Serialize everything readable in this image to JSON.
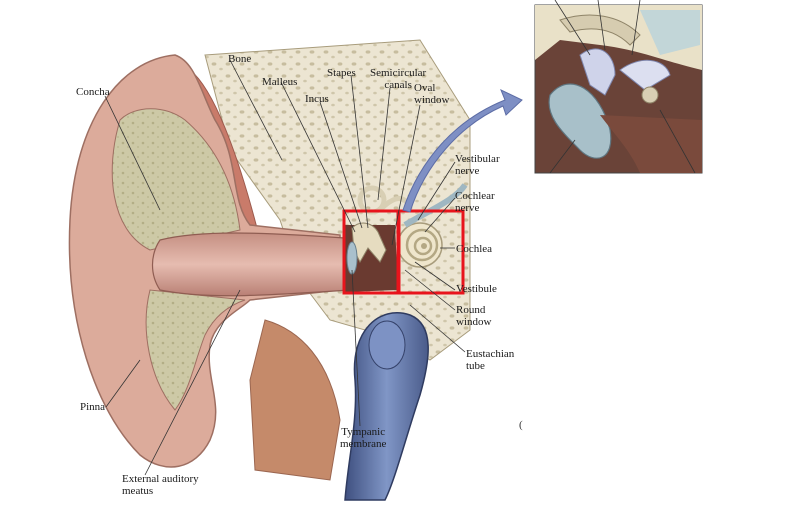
{
  "labels": {
    "concha": "Concha",
    "bone": "Bone",
    "malleus": "Malleus",
    "stapes": "Stapes",
    "incus": "Incus",
    "semicircular_1": "Semicircular",
    "semicircular_2": "canals",
    "oval_1": "Oval",
    "oval_2": "window",
    "vestibular_1": "Vestibular",
    "vestibular_2": "nerve",
    "cochlear_1": "Cochlear",
    "cochlear_2": "nerve",
    "cochlea": "Cochlea",
    "vestibule": "Vestibule",
    "round_1": "Round",
    "round_2": "window",
    "eustachian_1": "Eustachian",
    "eustachian_2": "tube",
    "pinna": "Pinna",
    "tympanic_1": "Tympanic",
    "tympanic_2": "membrane",
    "external_1": "External auditory",
    "external_2": "meatus",
    "stray": "("
  },
  "colors": {
    "highlight_box": "#e8141c",
    "arrow": "#7e8fc4",
    "skin": "#d7a394",
    "skin_dark": "#b97d70",
    "bone": "#e8e0cc",
    "tissue": "#c8c4a0",
    "muscle": "#c97b6a",
    "tube": "#5c6e9c"
  }
}
